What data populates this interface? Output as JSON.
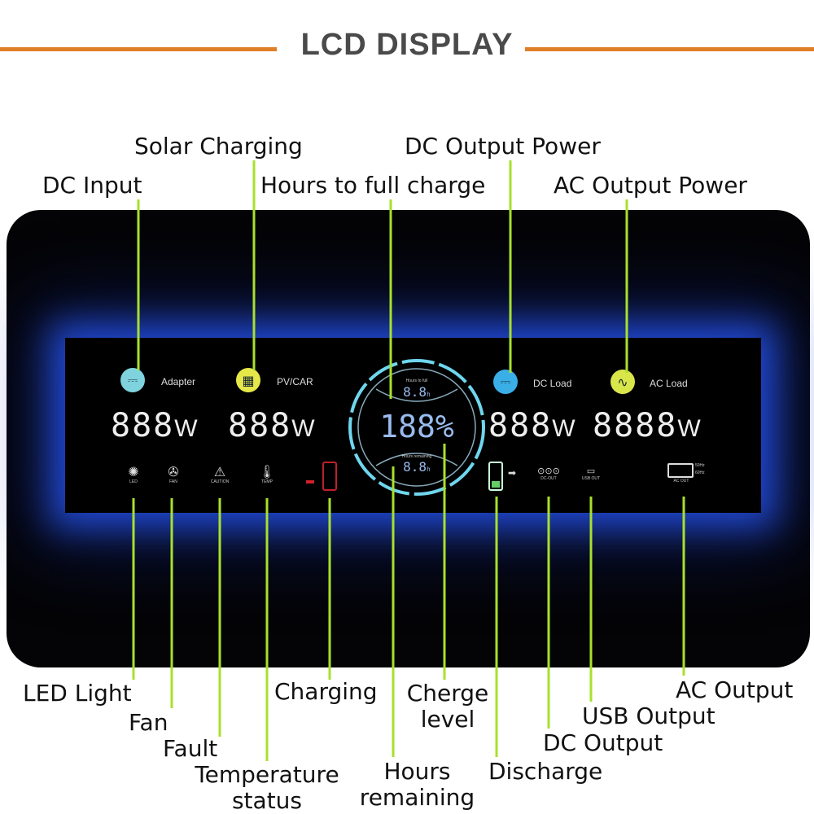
{
  "title": "LCD DISPLAY",
  "colors": {
    "accent_rule": "#e07f2a",
    "callout_line": "#a8e02c",
    "glow": "#2a5aff",
    "adapter": "#7fd3de",
    "solar": "#e6e84a",
    "dc_load": "#3aaee6",
    "ac_load": "#d9e64a"
  },
  "top_labels": {
    "solar_charging": "Solar Charging",
    "dc_input": "DC Input",
    "hours_to_full": "Hours to full charge",
    "dc_output_power": "DC Output Power",
    "ac_output_power": "AC Output Power"
  },
  "bottom_labels": {
    "led_light": "LED Light",
    "fan": "Fan",
    "fault": "Fault",
    "temperature_1": "Temperature",
    "temperature_2": "status",
    "charging": "Charging",
    "charge_level_1": "Cherge",
    "charge_level_2": "level",
    "hours_remaining_1": "Hours",
    "hours_remaining_2": "remaining",
    "discharge": "Discharge",
    "dc_output": "DC Output",
    "usb_output": "USB Output",
    "ac_output": "AC Output"
  },
  "lcd": {
    "adapter": "Adapter",
    "pv_car": "PV/CAR",
    "dc_load": "DC Load",
    "ac_load": "AC Load",
    "readout_1": "888",
    "readout_2": "888",
    "readout_3": "888",
    "readout_4": "8888",
    "unit": "W",
    "percent": "188%",
    "hours_full_label": "Hours to full",
    "hours_full_value": "8.8",
    "hours_rem_label": "Hours remaining",
    "hours_rem_value": "8.8",
    "hour_unit": "h",
    "led": "LED",
    "fan": "FAN",
    "caution": "CAUTION",
    "temp": "TEMP",
    "dc_out": "DC-OUT",
    "usb_out": "USB OUT",
    "ac_out": "AC OUT",
    "hz_50": "50Hz",
    "hz_60": "60Hz"
  }
}
